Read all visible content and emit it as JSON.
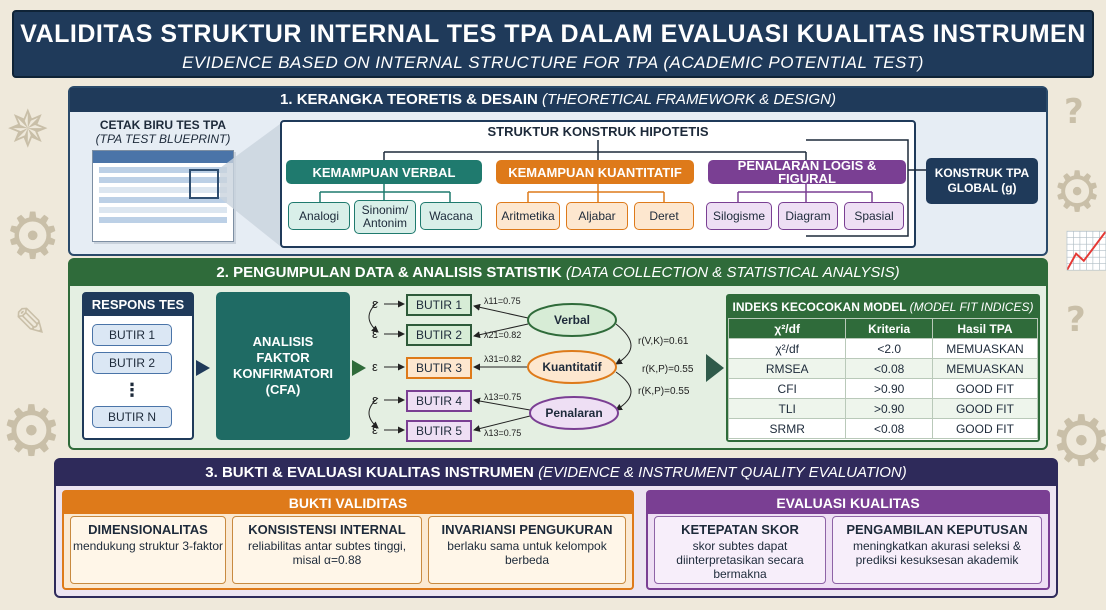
{
  "title": {
    "main": "VALIDITAS STRUKTUR INTERNAL TES TPA DALAM EVALUASI KUALITAS INSTRUMEN",
    "sub": "EVIDENCE BASED ON INTERNAL STRUCTURE FOR TPA (ACADEMIC POTENTIAL TEST)"
  },
  "section1": {
    "heading": "1. KERANGKA TEORETIS & DESAIN",
    "heading_en": "(THEORETICAL FRAMEWORK & DESIGN)",
    "blueprint_title": "CETAK BIRU TES TPA",
    "blueprint_sub": "(TPA TEST BLUEPRINT)",
    "construct_title": "STRUKTUR KONSTRUK HIPOTETIS",
    "factors": [
      {
        "label": "KEMAMPUAN VERBAL",
        "items": [
          "Analogi",
          "Sinonim/ Antonim",
          "Wacana"
        ]
      },
      {
        "label": "KEMAMPUAN KUANTITATIF",
        "items": [
          "Aritmetika",
          "Aljabar",
          "Deret"
        ]
      },
      {
        "label": "PENALARAN LOGIS & FIGURAL",
        "items": [
          "Silogisme",
          "Diagram",
          "Spasial"
        ]
      }
    ],
    "global_construct": "KONSTRUK TPA GLOBAL (g)"
  },
  "section2": {
    "heading": "2. PENGUMPULAN DATA & ANALISIS STATISTIK",
    "heading_en": "(DATA COLLECTION & STATISTICAL ANALYSIS)",
    "responses_title": "RESPONS TES",
    "responses": [
      "BUTIR 1",
      "BUTIR 2",
      "⋮",
      "BUTIR N"
    ],
    "cfa_label": "ANALISIS FAKTOR KONFIRMATORI (CFA)",
    "epsilon": "ε",
    "items": [
      "BUTIR 1",
      "BUTIR 2",
      "BUTIR 3",
      "BUTIR 4",
      "BUTIR 5"
    ],
    "loadings": [
      "λ11=0.75",
      "λ21=0.82",
      "λ31=0.82",
      "λ13=0.75",
      "λ13=0.75"
    ],
    "latent": [
      "Verbal",
      "Kuantitatif",
      "Penalaran"
    ],
    "correlations": [
      "r(V,K)=0.61",
      "r(K,P)=0.55",
      "r(K,P)=0.55"
    ],
    "fit_title": "INDEKS KECOCOKAN MODEL",
    "fit_title_en": "(MODEL FIT INDICES)",
    "fit_headers": [
      "χ²/df",
      "Kriteria",
      "Hasil TPA"
    ],
    "fit_rows": [
      [
        "χ²/df",
        "<2.0",
        "MEMUASKAN"
      ],
      [
        "RMSEA",
        "<0.08",
        "MEMUASKAN"
      ],
      [
        "CFI",
        ">0.90",
        "GOOD FIT"
      ],
      [
        "TLI",
        ">0.90",
        "GOOD FIT"
      ],
      [
        "SRMR",
        "<0.08",
        "GOOD FIT"
      ]
    ]
  },
  "section3": {
    "heading": "3. BUKTI & EVALUASI KUALITAS INSTRUMEN",
    "heading_en": "(EVIDENCE & INSTRUMENT QUALITY EVALUATION)",
    "validity_title": "BUKTI VALIDITAS",
    "validity": [
      {
        "title": "DIMENSIONALITAS",
        "text": "mendukung struktur 3-faktor"
      },
      {
        "title": "KONSISTENSI INTERNAL",
        "text": "reliabilitas antar subtes tinggi, misal α=0.88"
      },
      {
        "title": "INVARIANSI PENGUKURAN",
        "text": "berlaku sama untuk kelompok berbeda"
      }
    ],
    "quality_title": "EVALUASI KUALITAS",
    "quality": [
      {
        "title": "KETEPATAN SKOR",
        "text": "skor subtes dapat diinterpretasikan secara bermakna"
      },
      {
        "title": "PENGAMBILAN KEPUTUSAN",
        "text": "meningkatkan akurasi seleksi & prediksi kesuksesan akademik"
      }
    ]
  },
  "colors": {
    "navy": "#1f3a5a",
    "teal": "#1f7a6e",
    "orange": "#de7a1a",
    "purple": "#7a3f93",
    "green": "#2f6b3a"
  }
}
